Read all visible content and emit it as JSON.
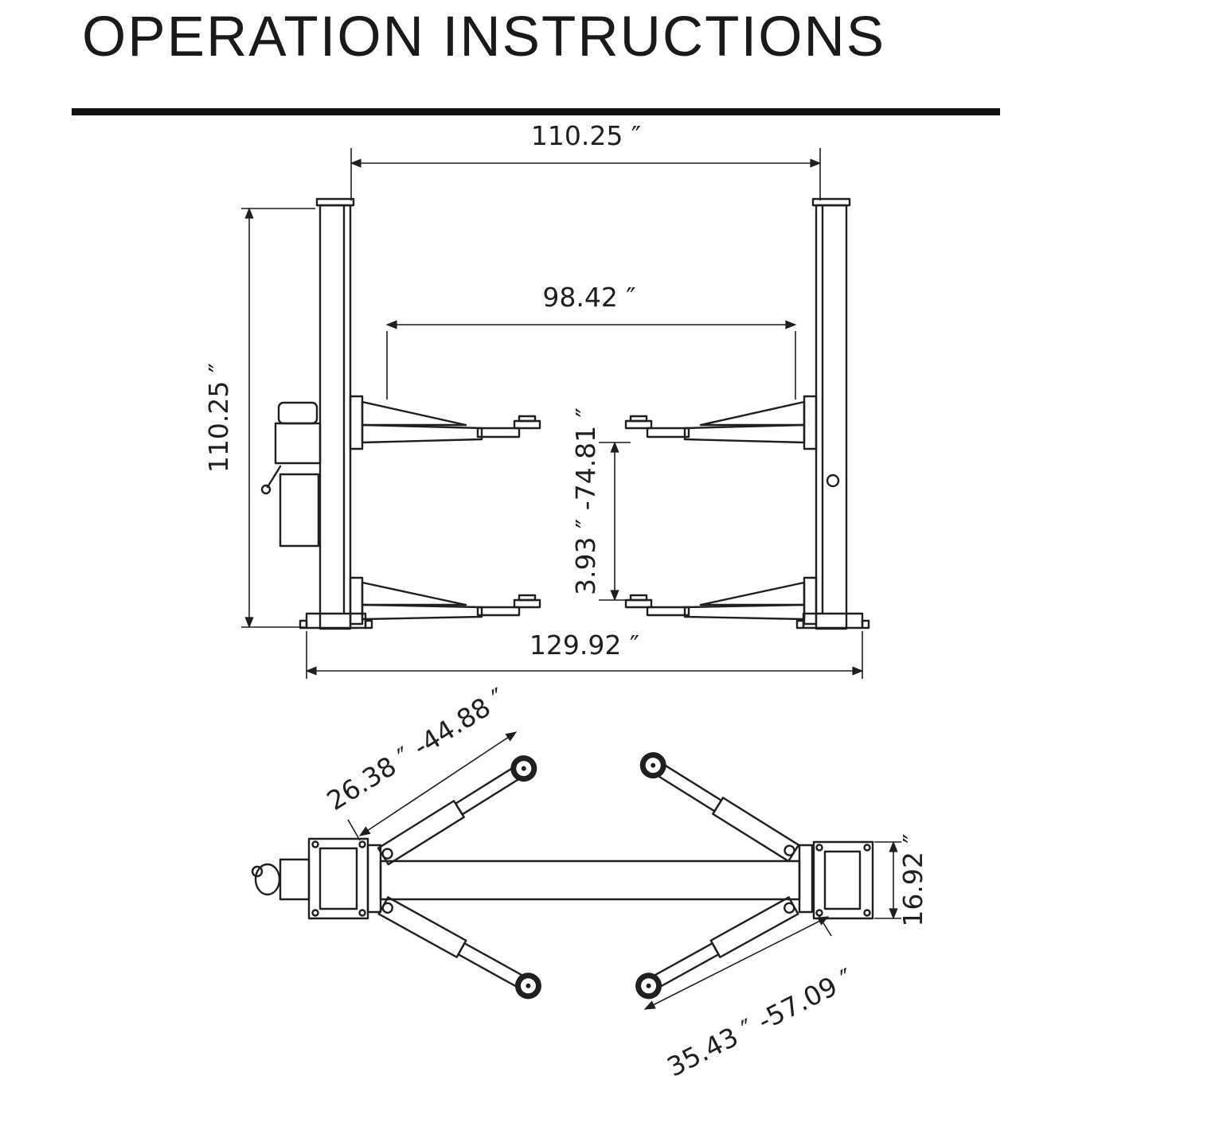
{
  "page": {
    "title": "OPERATION INSTRUCTIONS"
  },
  "front_view": {
    "dims": {
      "top_width": "110.25 ″",
      "inner_width": "98.42 ″",
      "column_height": "110.25 ″",
      "pad_height_range": "3.93 ″ -74.81 ″",
      "overall_base_width": "129.92 ″"
    }
  },
  "plan_view": {
    "dims": {
      "short_arm_reach": "26.38 ″ -44.88 ″",
      "long_arm_reach": "35.43 ″ -57.09 ″",
      "baseplate_depth": "16.92 ″"
    }
  }
}
